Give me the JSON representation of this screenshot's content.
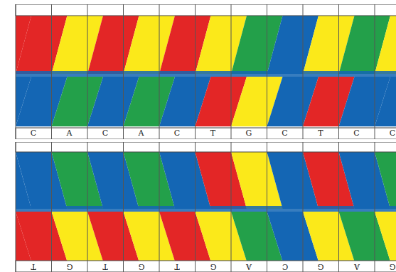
{
  "diagram": {
    "labels": [
      "C",
      "A",
      "C",
      "A",
      "C",
      "T",
      "G",
      "C",
      "T",
      "C",
      "C",
      "T",
      "G",
      "T",
      "G",
      "T",
      "G",
      "A",
      "C",
      "G",
      "A",
      "G"
    ]
  }
}
